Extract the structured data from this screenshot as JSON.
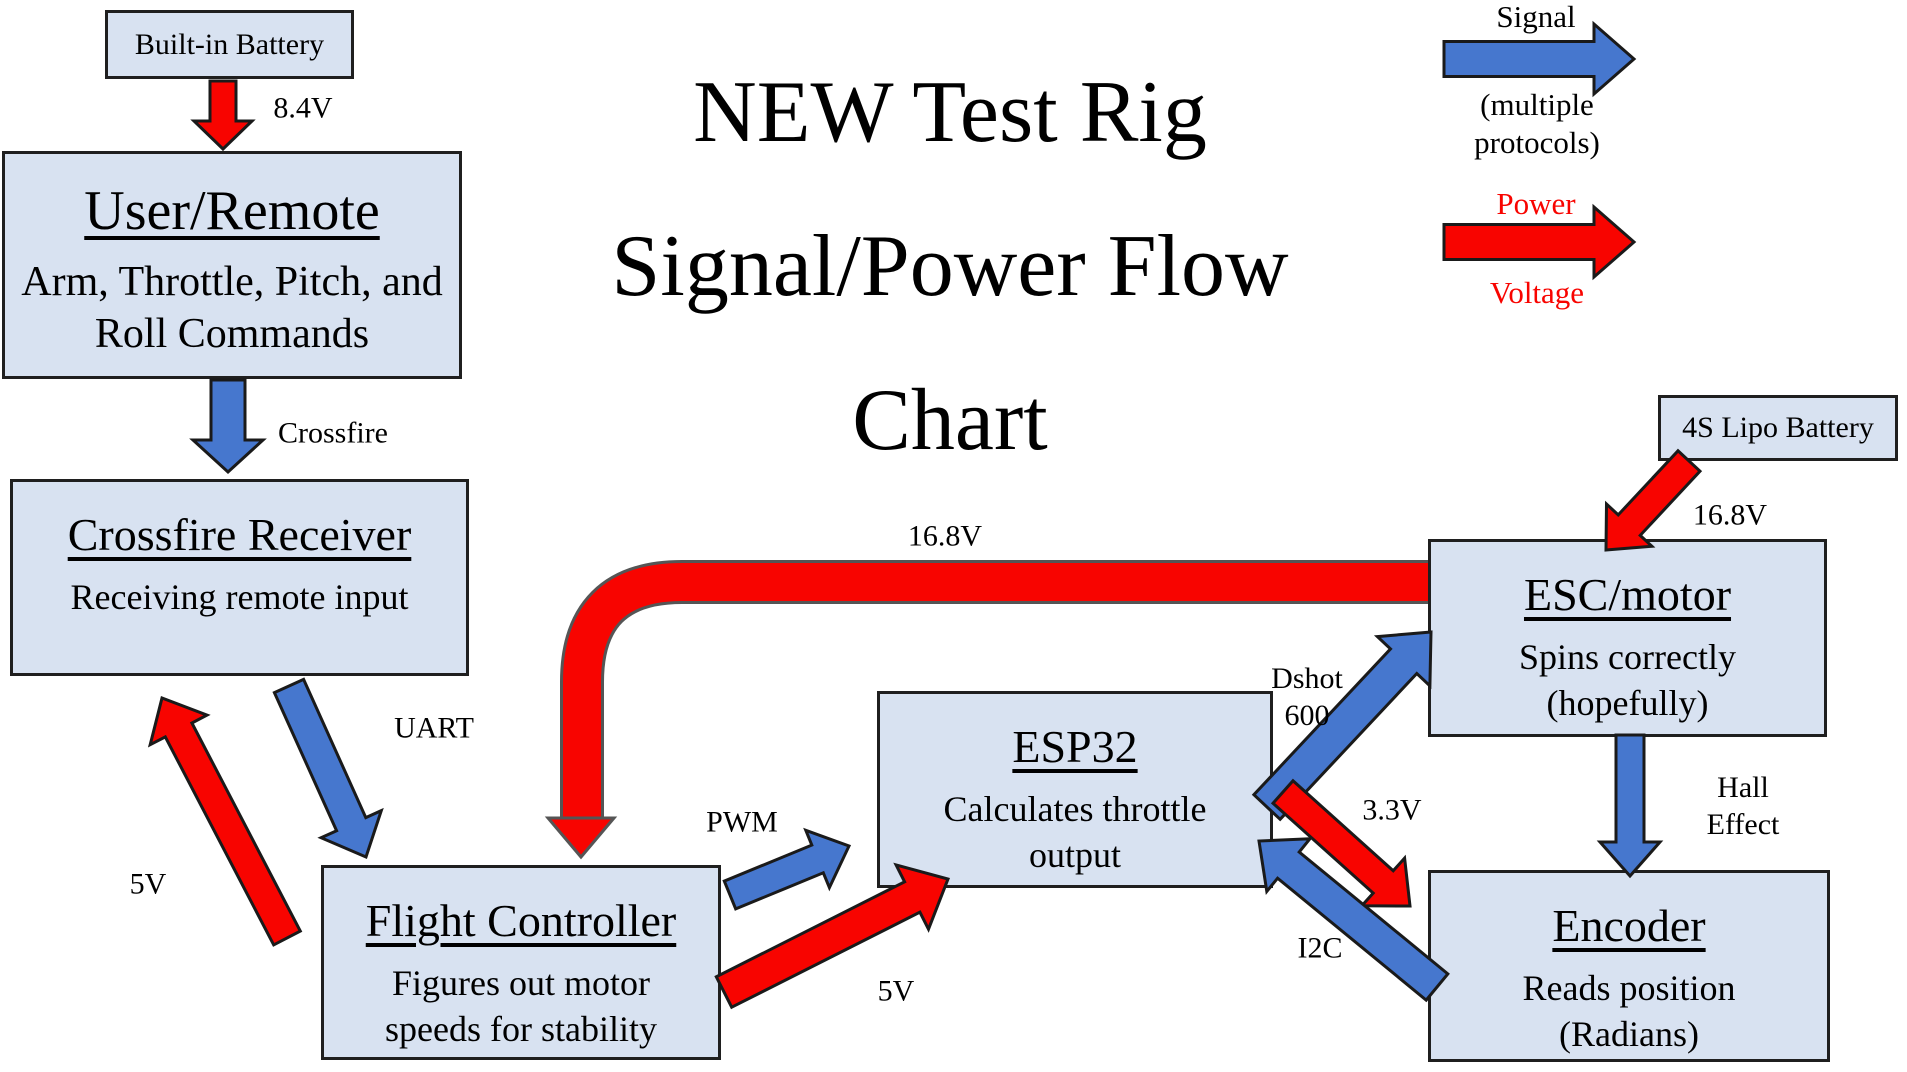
{
  "title": {
    "lines": [
      "NEW Test Rig",
      "Signal/Power Flow",
      "Chart"
    ]
  },
  "legend": {
    "signal_label": "Signal",
    "signal_note": "(multiple protocols)",
    "power_label": "Power",
    "power_note": "Voltage"
  },
  "colors": {
    "signal": "#4677CE",
    "power": "#F80400",
    "box_fill": "#D8E2F1",
    "outline": "#1a1a1a"
  },
  "nodes": {
    "builtin_battery": {
      "label": "Built-in Battery"
    },
    "user_remote": {
      "title": "User/Remote",
      "subtitle": "Arm, Throttle, Pitch, and Roll Commands"
    },
    "crossfire_receiver": {
      "title": "Crossfire Receiver",
      "subtitle": "Receiving remote input"
    },
    "flight_controller": {
      "title": "Flight Controller",
      "subtitle": "Figures out motor speeds for stability"
    },
    "esp32": {
      "title": "ESP32",
      "subtitle": "Calculates throttle output"
    },
    "esc_motor": {
      "title": "ESC/motor",
      "subtitle": "Spins correctly (hopefully)"
    },
    "encoder": {
      "title": "Encoder",
      "subtitle": "Reads position (Radians)"
    },
    "lipo_battery": {
      "label": "4S Lipo Battery"
    }
  },
  "connections": [
    {
      "from": "builtin_battery",
      "to": "user_remote",
      "type": "power",
      "label": "8.4V"
    },
    {
      "from": "user_remote",
      "to": "crossfire_receiver",
      "type": "signal",
      "label": "Crossfire"
    },
    {
      "from": "crossfire_receiver",
      "to": "flight_controller",
      "type": "signal",
      "label": "UART"
    },
    {
      "from": "flight_controller",
      "to": "crossfire_receiver",
      "type": "power",
      "label": "5V"
    },
    {
      "from": "esc_motor",
      "to": "flight_controller",
      "type": "power",
      "label": "16.8V"
    },
    {
      "from": "flight_controller",
      "to": "esp32",
      "type": "signal",
      "label": "PWM"
    },
    {
      "from": "flight_controller",
      "to": "esp32",
      "type": "power",
      "label": "5V"
    },
    {
      "from": "esp32",
      "to": "esc_motor",
      "type": "signal",
      "label": "Dshot 600"
    },
    {
      "from": "esp32",
      "to": "encoder",
      "type": "power",
      "label": "3.3V"
    },
    {
      "from": "encoder",
      "to": "esp32",
      "type": "signal",
      "label": "I2C"
    },
    {
      "from": "lipo_battery",
      "to": "esc_motor",
      "type": "power",
      "label": "16.8V"
    },
    {
      "from": "esc_motor",
      "to": "encoder",
      "type": "signal",
      "label": "Hall Effect"
    }
  ]
}
